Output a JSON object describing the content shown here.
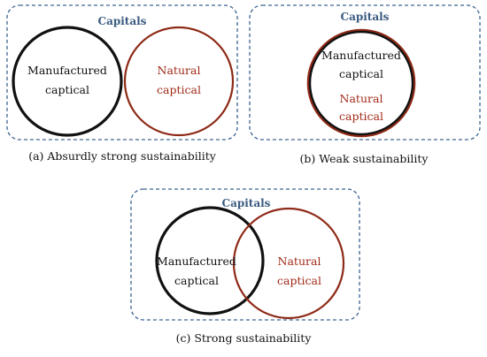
{
  "panels": {
    "a": {
      "title": "Capitals",
      "manufactured": [
        "Manufactured",
        "captical"
      ],
      "natural": [
        "Natural",
        "captical"
      ],
      "caption": "(a)  Absurdly strong sustainability"
    },
    "b": {
      "title": "Capitals",
      "manufactured": [
        "Manufactured",
        "captical"
      ],
      "natural": [
        "Natural",
        "captical"
      ],
      "caption": "(b) Weak sustainability"
    },
    "c": {
      "title": "Capitals",
      "manufactured": [
        "Manufactured",
        "captical"
      ],
      "natural": [
        "Natural",
        "captical"
      ],
      "caption": "(c) Strong sustainability"
    }
  },
  "colors": {
    "frame": "#3d6391",
    "title": "#3a5a80",
    "manufactured_circle": "#111111",
    "natural_circle": "#8e2a17",
    "natural_text": "#a12a18"
  }
}
